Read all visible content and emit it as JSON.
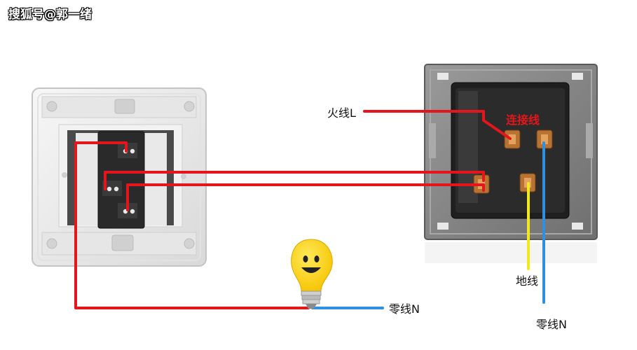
{
  "watermark": "搜狐号@郭一绪",
  "labels": {
    "live_wire": "火线L",
    "connect_wire": "连接线",
    "ground_wire": "地线",
    "neutral_bulb": "零线N",
    "neutral_socket": "零线N"
  },
  "colors": {
    "live": "#e4161b",
    "neutral": "#2f8fe0",
    "ground": "#f2e81e",
    "switch_plate": "#f0f0f0",
    "socket_plate": "#8c8c8c"
  },
  "icons": {
    "bulb": "smiling-lightbulb-icon"
  }
}
